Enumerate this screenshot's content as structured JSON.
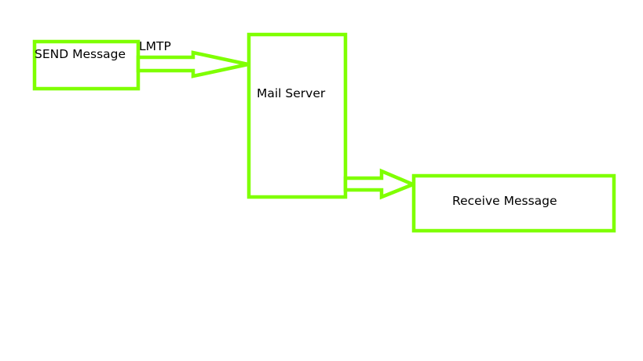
{
  "diagram": {
    "accent_color": "#7fff00",
    "nodes": [
      {
        "id": "send",
        "label": "SEND Message"
      },
      {
        "id": "server",
        "label": "Mail Server"
      },
      {
        "id": "receive",
        "label": "Receive Message"
      }
    ],
    "edges": [
      {
        "from": "send",
        "to": "server",
        "label": "LMTP"
      },
      {
        "from": "server",
        "to": "receive",
        "label": ""
      }
    ]
  }
}
